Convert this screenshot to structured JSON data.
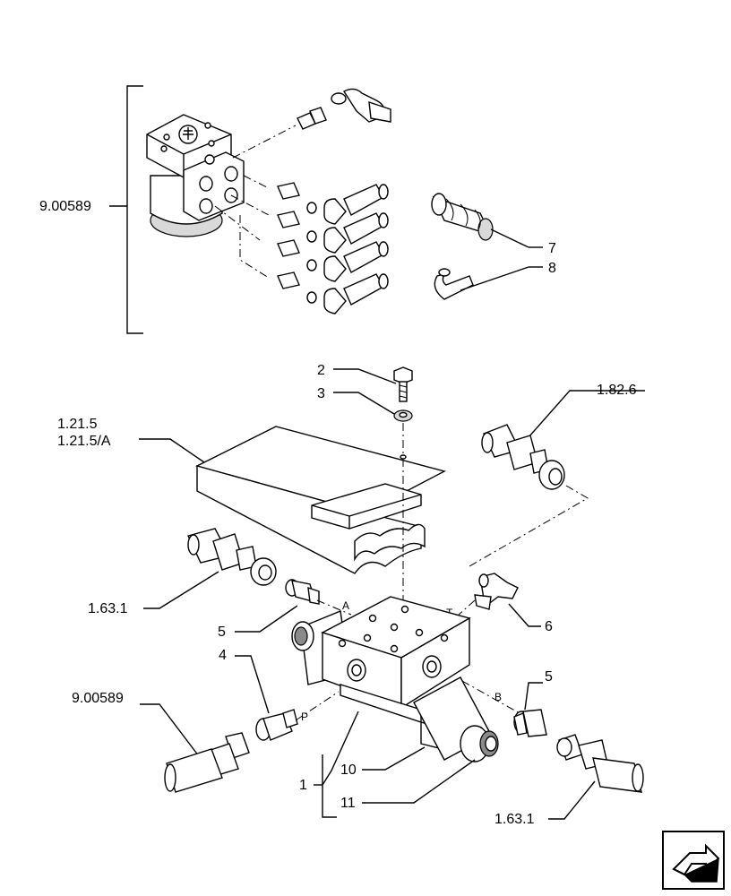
{
  "labels": {
    "ref_9_00589_top": "9.00589",
    "ref_7": "7",
    "ref_8": "8",
    "ref_2": "2",
    "ref_3": "3",
    "ref_1_82_6": "1.82.6",
    "ref_1_21_5": "1.21.5",
    "ref_1_21_5_A": "1.21.5/A",
    "ref_1_63_1_left": "1.63.1",
    "ref_5_left": "5",
    "ref_6": "6",
    "ref_4": "4",
    "ref_9_00589_bottom": "9.00589",
    "ref_5_right": "5",
    "ref_1": "1",
    "ref_10": "10",
    "ref_11": "11",
    "ref_1_63_1_right": "1.63.1",
    "port_A": "A",
    "port_T": "T",
    "port_B": "B",
    "port_P": "P"
  },
  "icons": {
    "nav_arrow": "next-page-arrow-icon"
  }
}
